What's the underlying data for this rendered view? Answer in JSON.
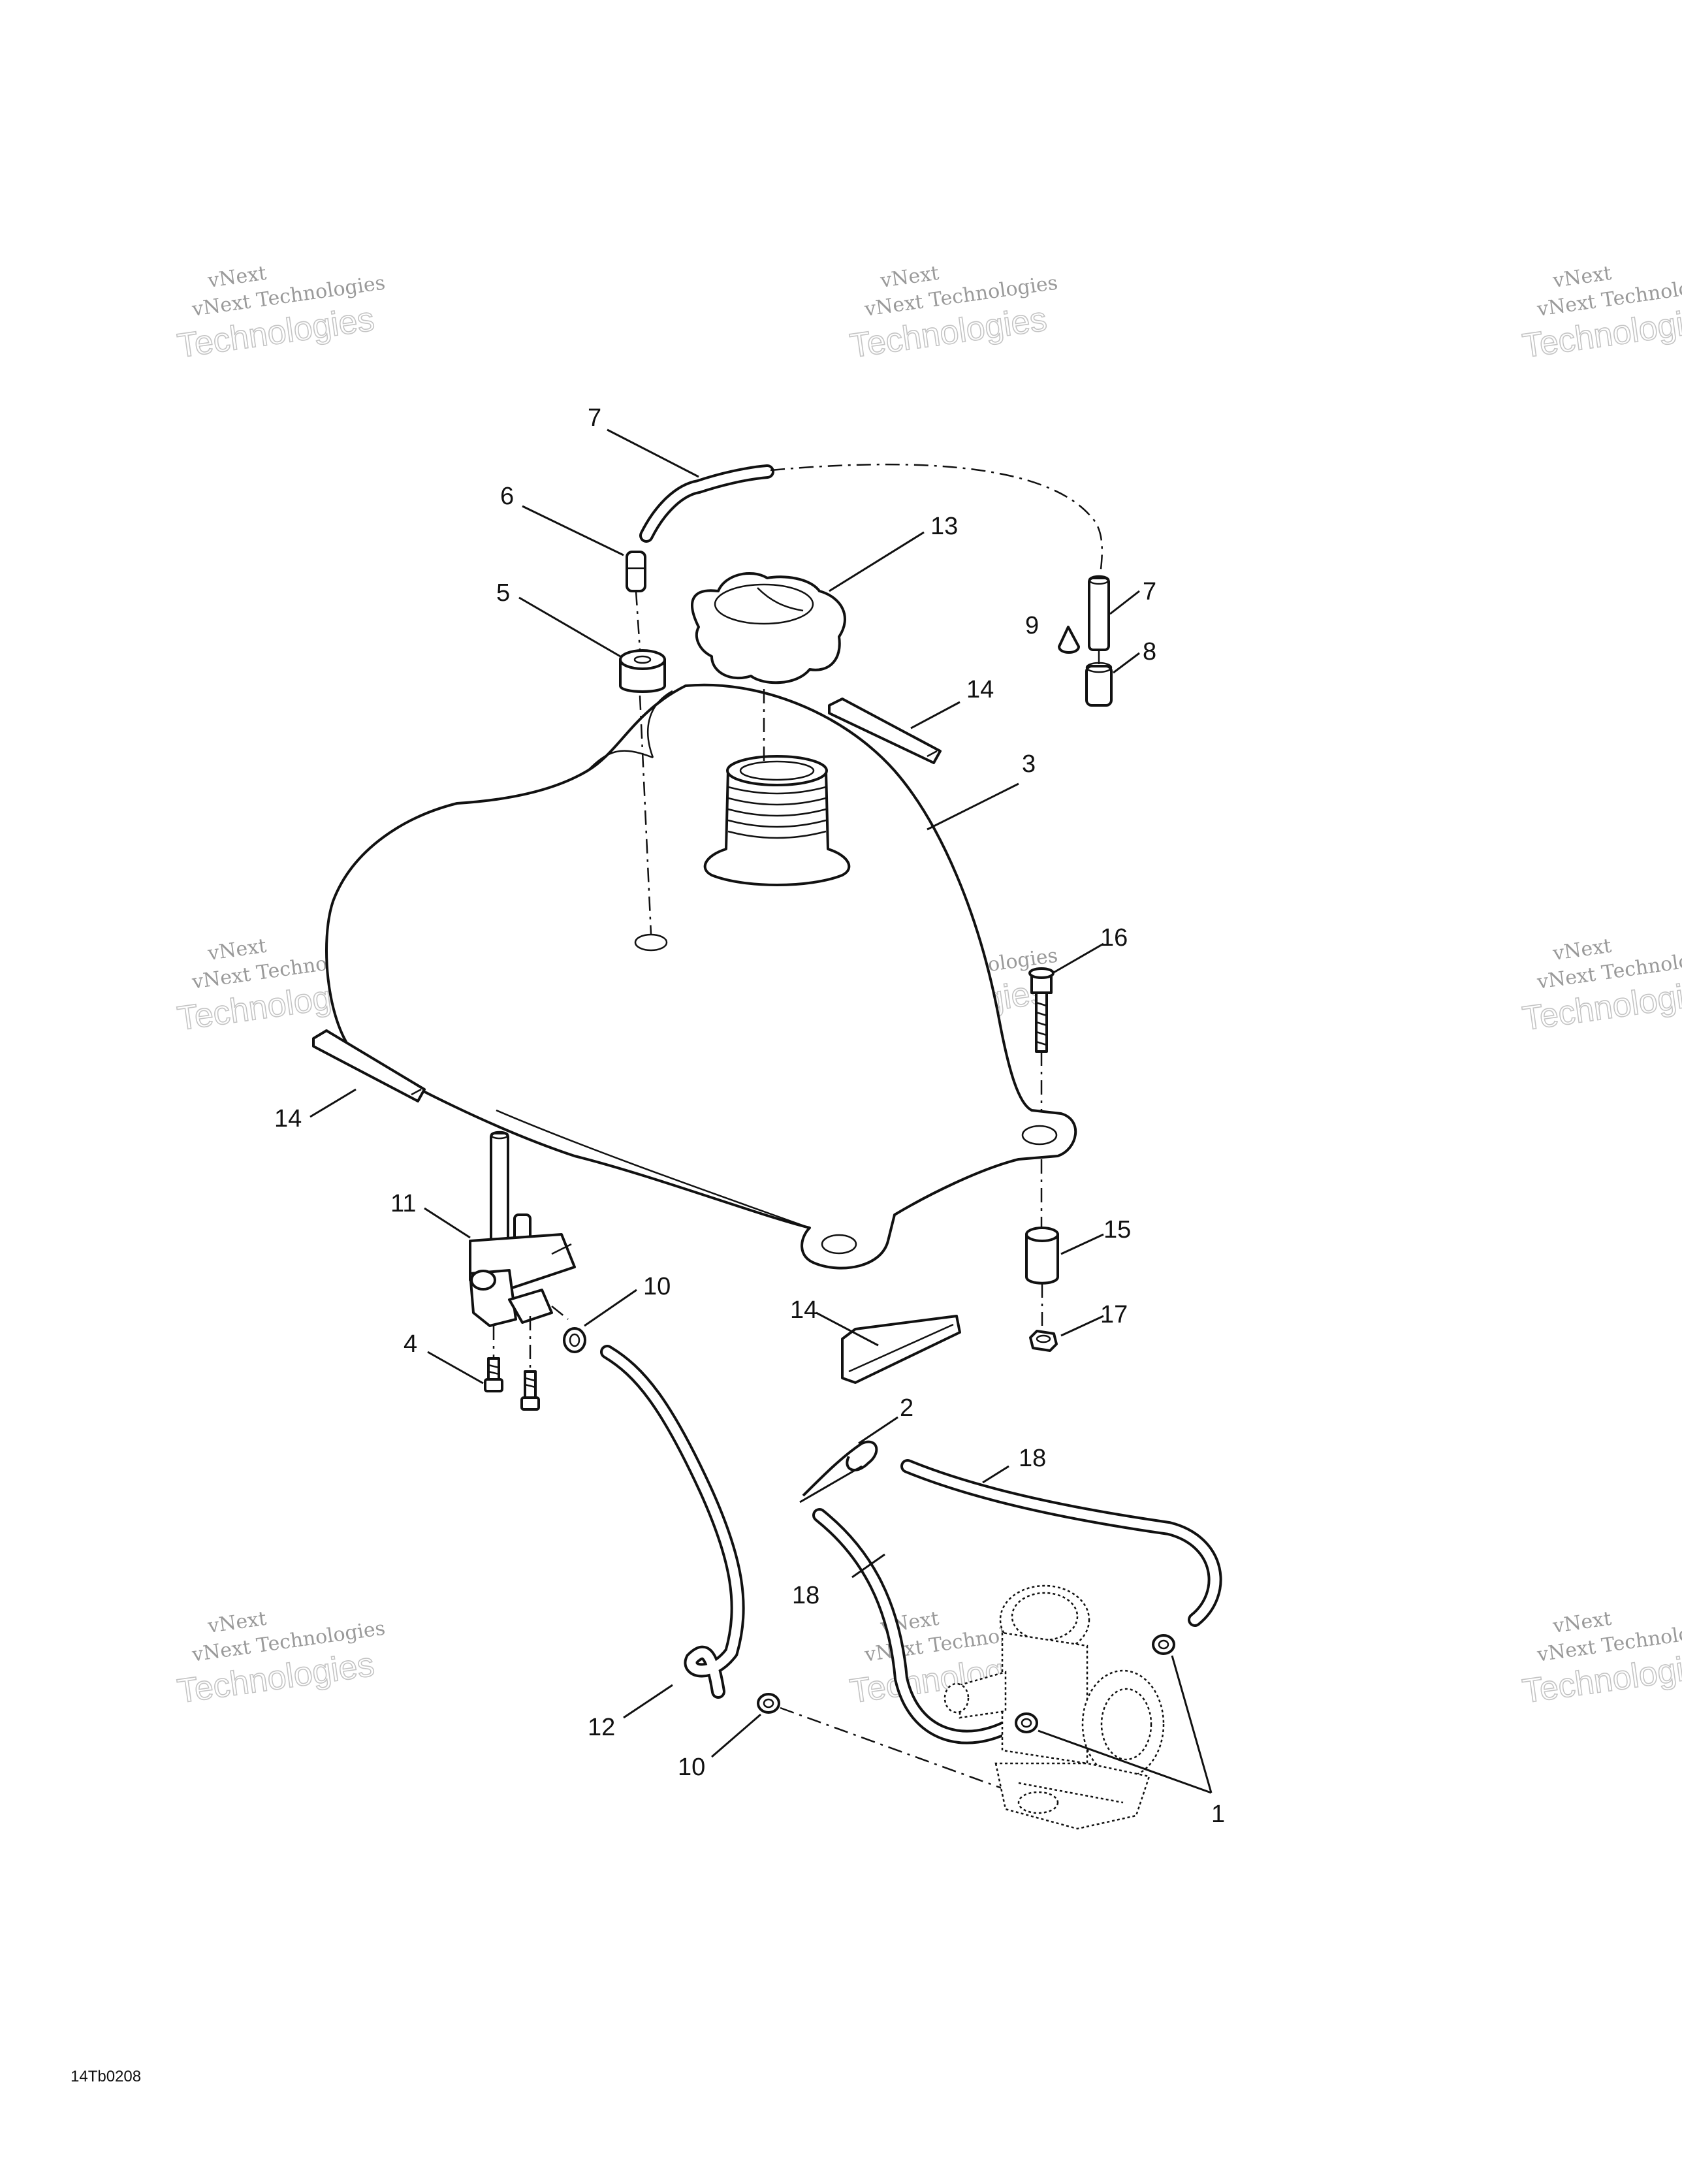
{
  "drawing_code": "14Tb0208",
  "watermark": {
    "line1": "vNext",
    "line2": "vNext Technologies",
    "line3": "Technologies"
  },
  "callouts": [
    "7",
    "6",
    "13",
    "5",
    "9",
    "7",
    "8",
    "14",
    "3",
    "16",
    "14",
    "11",
    "10",
    "15",
    "17",
    "4",
    "14",
    "2",
    "18",
    "18",
    "12",
    "10",
    "1"
  ]
}
